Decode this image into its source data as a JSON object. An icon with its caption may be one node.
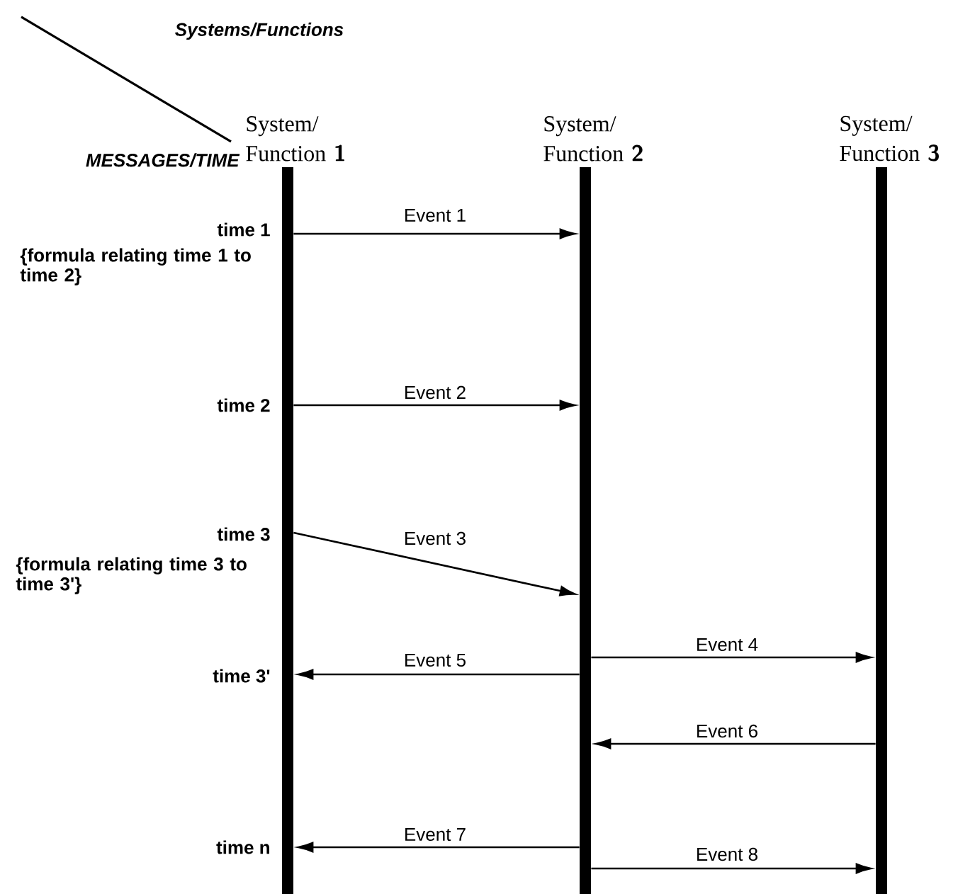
{
  "diagram": {
    "nodes": [
      {
        "text": [
          "System/ Function",
          "1"
        ]
      },
      {
        "text": [
          "System/ Function",
          "2"
        ]
      },
      {
        "text": [
          "System/ Function",
          "3"
        ]
      }
    ],
    "edges": [
      {
        "from": 0,
        "to": 1,
        "arrow": "to",
        "label": "Event 1"
      },
      {
        "from": 0,
        "to": 1,
        "arrow": "to",
        "label": "Event 2"
      },
      {
        "from": 0,
        "to": 1,
        "arrow": "to",
        "label": "Event 3"
      },
      {
        "from": 1,
        "to": 2,
        "arrow": "to",
        "label": "Event 4"
      },
      {
        "from": 1,
        "to": 0,
        "arrow": "to",
        "label": "Event 5"
      },
      {
        "from": 2,
        "to": 1,
        "arrow": "to",
        "label": "Event 6"
      },
      {
        "from": 1,
        "to": 0,
        "arrow": "to",
        "label": "Event 7"
      },
      {
        "from": 1,
        "to": 2,
        "arrow": "to",
        "label": "Event 8"
      }
    ],
    "labels": [
      "Systems/Functions",
      "MESSAGES/TIME",
      "time 1",
      "{formula relating time 1 to time 2}",
      "time 2",
      "time 3",
      "{formula relating time 3 to time 3'}",
      "time 3'",
      "time n"
    ]
  }
}
